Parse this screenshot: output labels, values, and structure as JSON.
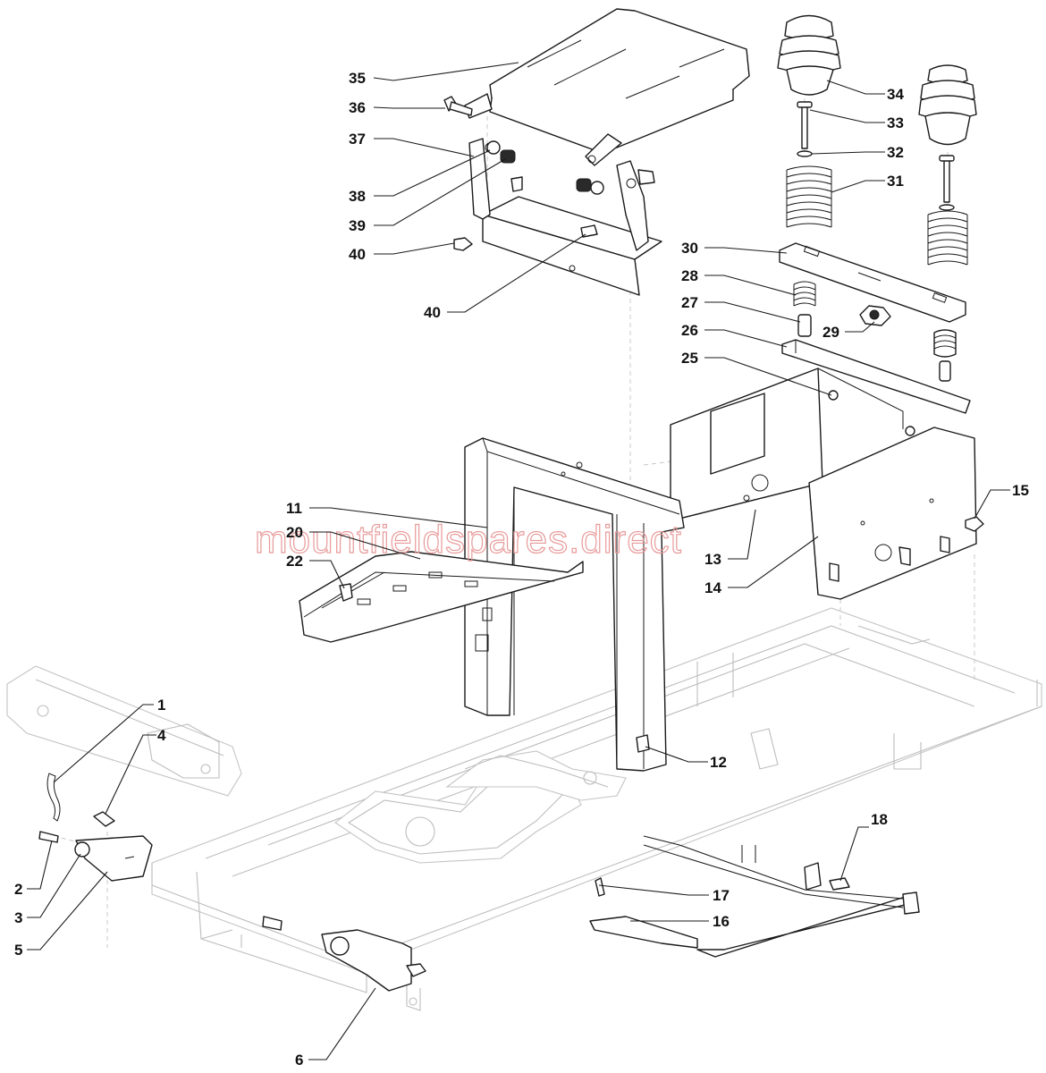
{
  "watermark": "mountfieldspares.direct",
  "colors": {
    "line": "#1a1a1a",
    "ghost": "#bdbdbd",
    "watermark": "#e89a9a",
    "background": "#ffffff"
  },
  "callouts": [
    {
      "id": "c35",
      "label": "35"
    },
    {
      "id": "c36",
      "label": "36"
    },
    {
      "id": "c37",
      "label": "37"
    },
    {
      "id": "c38",
      "label": "38"
    },
    {
      "id": "c39",
      "label": "39"
    },
    {
      "id": "c40a",
      "label": "40"
    },
    {
      "id": "c40b",
      "label": "40"
    },
    {
      "id": "c34",
      "label": "34"
    },
    {
      "id": "c33",
      "label": "33"
    },
    {
      "id": "c32",
      "label": "32"
    },
    {
      "id": "c31",
      "label": "31"
    },
    {
      "id": "c30",
      "label": "30"
    },
    {
      "id": "c28",
      "label": "28"
    },
    {
      "id": "c27",
      "label": "27"
    },
    {
      "id": "c29",
      "label": "29"
    },
    {
      "id": "c26",
      "label": "26"
    },
    {
      "id": "c25",
      "label": "25"
    },
    {
      "id": "c15",
      "label": "15"
    },
    {
      "id": "c11",
      "label": "11"
    },
    {
      "id": "c20",
      "label": "20"
    },
    {
      "id": "c22",
      "label": "22"
    },
    {
      "id": "c13",
      "label": "13"
    },
    {
      "id": "c14",
      "label": "14"
    },
    {
      "id": "c1",
      "label": "1"
    },
    {
      "id": "c4",
      "label": "4"
    },
    {
      "id": "c12",
      "label": "12"
    },
    {
      "id": "c18",
      "label": "18"
    },
    {
      "id": "c2",
      "label": "2"
    },
    {
      "id": "c3",
      "label": "3"
    },
    {
      "id": "c5",
      "label": "5"
    },
    {
      "id": "c17",
      "label": "17"
    },
    {
      "id": "c16",
      "label": "16"
    },
    {
      "id": "c6",
      "label": "6"
    }
  ]
}
